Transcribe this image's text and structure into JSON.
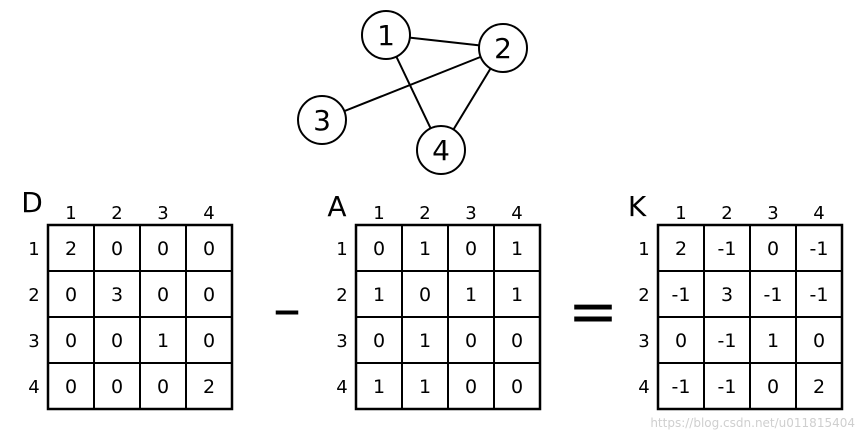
{
  "graph": {
    "nodes": [
      {
        "id": "1",
        "label": "1"
      },
      {
        "id": "2",
        "label": "2"
      },
      {
        "id": "3",
        "label": "3"
      },
      {
        "id": "4",
        "label": "4"
      }
    ],
    "edges": [
      [
        "1",
        "2"
      ],
      [
        "1",
        "4"
      ],
      [
        "2",
        "3"
      ],
      [
        "2",
        "4"
      ]
    ]
  },
  "matrices": [
    {
      "name": "D",
      "col_labels": [
        "1",
        "2",
        "3",
        "4"
      ],
      "row_labels": [
        "1",
        "2",
        "3",
        "4"
      ],
      "cells": [
        [
          "2",
          "0",
          "0",
          "0"
        ],
        [
          "0",
          "3",
          "0",
          "0"
        ],
        [
          "0",
          "0",
          "1",
          "0"
        ],
        [
          "0",
          "0",
          "0",
          "2"
        ]
      ]
    },
    {
      "name": "A",
      "col_labels": [
        "1",
        "2",
        "3",
        "4"
      ],
      "row_labels": [
        "1",
        "2",
        "3",
        "4"
      ],
      "cells": [
        [
          "0",
          "1",
          "0",
          "1"
        ],
        [
          "1",
          "0",
          "1",
          "1"
        ],
        [
          "0",
          "1",
          "0",
          "0"
        ],
        [
          "1",
          "1",
          "0",
          "0"
        ]
      ]
    },
    {
      "name": "K",
      "col_labels": [
        "1",
        "2",
        "3",
        "4"
      ],
      "row_labels": [
        "1",
        "2",
        "3",
        "4"
      ],
      "cells": [
        [
          "2",
          "-1",
          "0",
          "-1"
        ],
        [
          "-1",
          "3",
          "-1",
          "-1"
        ],
        [
          "0",
          "-1",
          "1",
          "0"
        ],
        [
          "-1",
          "-1",
          "0",
          "2"
        ]
      ]
    }
  ],
  "operators": {
    "minus": "–",
    "equals": "="
  },
  "watermark": "https://blog.csdn.net/u011815404"
}
